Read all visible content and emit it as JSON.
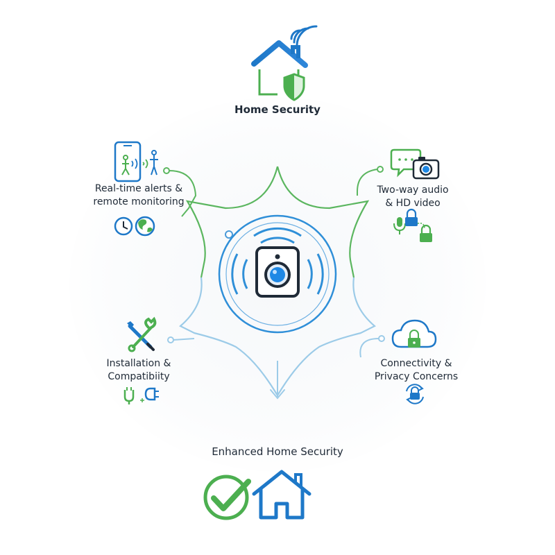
{
  "header": {
    "title": "Home Security",
    "icon": "house-shield-wifi-icon"
  },
  "features": [
    {
      "id": "realtime",
      "lines": [
        "Real-time alerts &",
        "remote monitoring"
      ],
      "icons": [
        "phone-user-icon",
        "clock-icon",
        "globe-icon"
      ]
    },
    {
      "id": "twoway",
      "lines": [
        "Two-way audio",
        "& HD video"
      ],
      "icons": [
        "chat-bubble-icon",
        "camera-icon",
        "microphone-icon",
        "padlock-icon"
      ]
    },
    {
      "id": "install",
      "lines": [
        "Installation &",
        "Compatibiity"
      ],
      "icons": [
        "wrench-screwdriver-icon",
        "plug-icon",
        "socket-icon"
      ]
    },
    {
      "id": "privacy",
      "lines": [
        "Connectivity &",
        "Privacy Concerns"
      ],
      "icons": [
        "cloud-lock-icon",
        "sync-lock-icon"
      ]
    }
  ],
  "center": {
    "icon": "security-camera-icon"
  },
  "footer": {
    "title": "Enhanced Home Security",
    "icons": [
      "check-circle-icon",
      "house-outline-icon"
    ]
  },
  "colors": {
    "blue": "#1e78c8",
    "green": "#4caf50",
    "light_blue": "#9ccbe8",
    "dark": "#1f2a37"
  }
}
